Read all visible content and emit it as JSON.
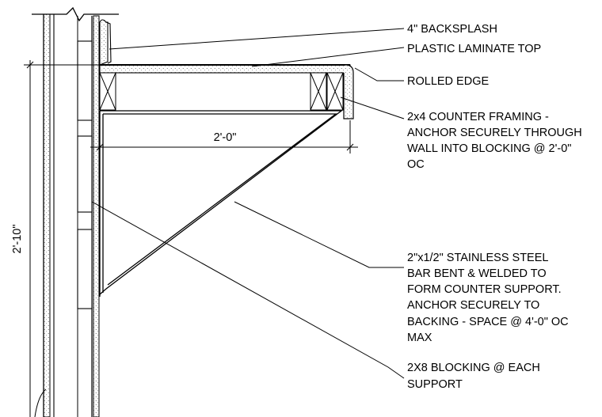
{
  "notes": {
    "backsplash": "4\" BACKSPLASH",
    "laminate": "PLASTIC LAMINATE TOP",
    "rolled_edge": "ROLLED EDGE",
    "framing": [
      "2x4 COUNTER FRAMING -",
      "ANCHOR SECURELY THROUGH",
      "WALL INTO BLOCKING @ 2'-0\"",
      "OC"
    ],
    "bar": [
      "2\"x1/2\" STAINLESS STEEL",
      "BAR BENT & WELDED TO",
      "FORM COUNTER SUPPORT.",
      "ANCHOR SECURELY TO",
      "BACKING - SPACE @ 4'-0\" OC",
      "MAX"
    ],
    "blocking": [
      "2X8 BLOCKING @ EACH",
      "SUPPORT"
    ]
  },
  "dimensions": {
    "depth": "2'-0\"",
    "height": "2'-10\""
  }
}
